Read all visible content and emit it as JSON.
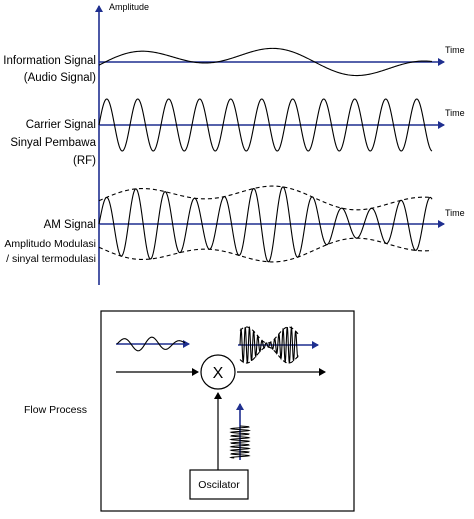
{
  "top": {
    "axis_label": "Amplitude",
    "time_label": "Time",
    "signals": {
      "information": [
        "Information Signal",
        "(Audio Signal)"
      ],
      "carrier": [
        "Carrier Signal",
        "Sinyal Pembawa",
        "(RF)"
      ],
      "am": [
        "AM Signal",
        "Amplitudo Modulasi",
        "/ sinyal termodulasi"
      ]
    }
  },
  "flow": {
    "label": "Flow Process",
    "mixer_symbol": "X",
    "oscillator_label": "Oscilator"
  },
  "colors": {
    "axis": "#1f2f8f",
    "line": "#000000"
  }
}
